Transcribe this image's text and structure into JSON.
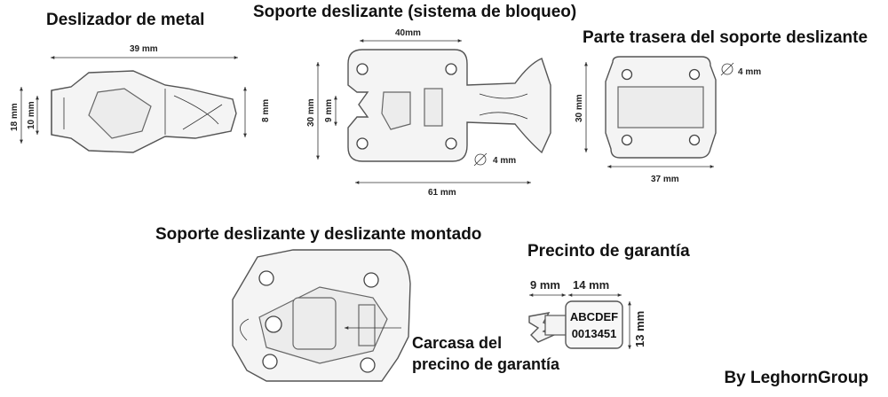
{
  "titles": {
    "metal_slider": "Deslizador de metal",
    "slide_support": "Soporte deslizante (sistema de bloqueo)",
    "back_support": "Parte trasera del soporte deslizante",
    "assembled": "Soporte deslizante y deslizante montado",
    "seal": "Precinto de garantía"
  },
  "dimensions": {
    "slider_length": "39 mm",
    "slider_height": "18 mm",
    "slider_inner": "10 mm",
    "slider_right": "8 mm",
    "support_top": "40mm",
    "support_height": "30 mm",
    "support_slot": "9 mm",
    "support_hole": "4 mm",
    "support_length": "61 mm",
    "back_height": "30 mm",
    "back_hole": "4 mm",
    "back_width": "37 mm",
    "seal_tab": "9 mm",
    "seal_body": "14 mm",
    "seal_height": "13 mm"
  },
  "seal": {
    "line1": "ABCDEF",
    "line2": "0013451"
  },
  "callout": {
    "line1": "Carcasa del",
    "line2": "precino de garantía"
  },
  "brand": "By LeghornGroup"
}
